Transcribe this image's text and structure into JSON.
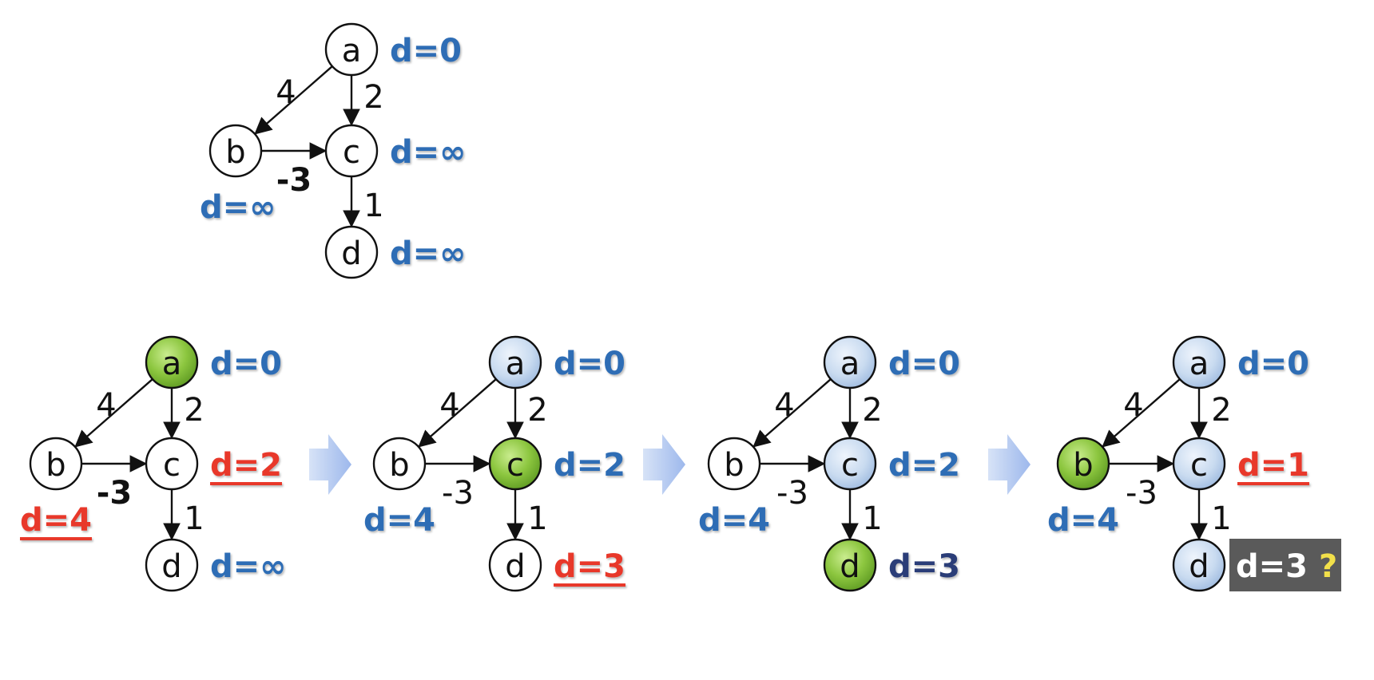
{
  "colors": {
    "blue_label": "#2f6db5",
    "red_label": "#e8392b",
    "green_label": "#4caf50",
    "dark_label": "#2b3e78",
    "node_white": "#ffffff",
    "node_green": "#8cc63f",
    "node_lightblue": "#c9dbf0",
    "arrow_step": "#b8cdf1",
    "badge_bg": "#5a5a5a",
    "badge_text": "#ffffff",
    "badge_question": "#f2e04a"
  },
  "graphs": [
    {
      "id": "initial",
      "nodes": [
        {
          "id": "a",
          "label": "a",
          "fill": "node_white"
        },
        {
          "id": "b",
          "label": "b",
          "fill": "node_white"
        },
        {
          "id": "c",
          "label": "c",
          "fill": "node_white"
        },
        {
          "id": "d",
          "label": "d",
          "fill": "node_white"
        }
      ],
      "edges": [
        {
          "from": "a",
          "to": "b",
          "weight": "4",
          "color": "default"
        },
        {
          "from": "a",
          "to": "c",
          "weight": "2",
          "color": "default"
        },
        {
          "from": "b",
          "to": "c",
          "weight": "-3",
          "color": "red_label"
        },
        {
          "from": "c",
          "to": "d",
          "weight": "1",
          "color": "default"
        }
      ],
      "distances": {
        "a": {
          "text": "d=0",
          "color": "blue_label"
        },
        "b": {
          "text": "d=∞",
          "color": "blue_label"
        },
        "c": {
          "text": "d=∞",
          "color": "blue_label"
        },
        "d": {
          "text": "d=∞",
          "color": "blue_label"
        }
      }
    },
    {
      "id": "step-1",
      "nodes": [
        {
          "id": "a",
          "label": "a",
          "fill": "node_green"
        },
        {
          "id": "b",
          "label": "b",
          "fill": "node_white"
        },
        {
          "id": "c",
          "label": "c",
          "fill": "node_white"
        },
        {
          "id": "d",
          "label": "d",
          "fill": "node_white"
        }
      ],
      "edges": [
        {
          "from": "a",
          "to": "b",
          "weight": "4",
          "color": "default"
        },
        {
          "from": "a",
          "to": "c",
          "weight": "2",
          "color": "default"
        },
        {
          "from": "b",
          "to": "c",
          "weight": "-3",
          "color": "green_label"
        },
        {
          "from": "c",
          "to": "d",
          "weight": "1",
          "color": "default"
        }
      ],
      "distances": {
        "a": {
          "text": "d=0",
          "color": "blue_label",
          "underline": false
        },
        "b": {
          "text": "d=4",
          "color": "red_label",
          "underline": true
        },
        "c": {
          "text": "d=2",
          "color": "red_label",
          "underline": true
        },
        "d": {
          "text": "d=∞",
          "color": "blue_label",
          "underline": false
        }
      }
    },
    {
      "id": "step-2",
      "nodes": [
        {
          "id": "a",
          "label": "a",
          "fill": "node_lightblue"
        },
        {
          "id": "b",
          "label": "b",
          "fill": "node_white"
        },
        {
          "id": "c",
          "label": "c",
          "fill": "node_green"
        },
        {
          "id": "d",
          "label": "d",
          "fill": "node_white"
        }
      ],
      "edges": [
        {
          "from": "a",
          "to": "b",
          "weight": "4",
          "color": "default"
        },
        {
          "from": "a",
          "to": "c",
          "weight": "2",
          "color": "default"
        },
        {
          "from": "b",
          "to": "c",
          "weight": "-3",
          "color": "default"
        },
        {
          "from": "c",
          "to": "d",
          "weight": "1",
          "color": "default"
        }
      ],
      "distances": {
        "a": {
          "text": "d=0",
          "color": "blue_label",
          "underline": false
        },
        "b": {
          "text": "d=4",
          "color": "blue_label",
          "underline": false
        },
        "c": {
          "text": "d=2",
          "color": "blue_label",
          "underline": false
        },
        "d": {
          "text": "d=3",
          "color": "red_label",
          "underline": true
        }
      }
    },
    {
      "id": "step-3",
      "nodes": [
        {
          "id": "a",
          "label": "a",
          "fill": "node_lightblue"
        },
        {
          "id": "b",
          "label": "b",
          "fill": "node_white"
        },
        {
          "id": "c",
          "label": "c",
          "fill": "node_lightblue"
        },
        {
          "id": "d",
          "label": "d",
          "fill": "node_green"
        }
      ],
      "edges": [
        {
          "from": "a",
          "to": "b",
          "weight": "4",
          "color": "default"
        },
        {
          "from": "a",
          "to": "c",
          "weight": "2",
          "color": "default"
        },
        {
          "from": "b",
          "to": "c",
          "weight": "-3",
          "color": "default"
        },
        {
          "from": "c",
          "to": "d",
          "weight": "1",
          "color": "default"
        }
      ],
      "distances": {
        "a": {
          "text": "d=0",
          "color": "blue_label",
          "underline": false
        },
        "b": {
          "text": "d=4",
          "color": "blue_label",
          "underline": false
        },
        "c": {
          "text": "d=2",
          "color": "blue_label",
          "underline": false
        },
        "d": {
          "text": "d=3",
          "color": "dark_label",
          "underline": false
        }
      }
    },
    {
      "id": "step-4",
      "nodes": [
        {
          "id": "a",
          "label": "a",
          "fill": "node_lightblue"
        },
        {
          "id": "b",
          "label": "b",
          "fill": "node_green"
        },
        {
          "id": "c",
          "label": "c",
          "fill": "node_lightblue"
        },
        {
          "id": "d",
          "label": "d",
          "fill": "node_lightblue"
        }
      ],
      "edges": [
        {
          "from": "a",
          "to": "b",
          "weight": "4",
          "color": "default"
        },
        {
          "from": "a",
          "to": "c",
          "weight": "2",
          "color": "default"
        },
        {
          "from": "b",
          "to": "c",
          "weight": "-3",
          "color": "default"
        },
        {
          "from": "c",
          "to": "d",
          "weight": "1",
          "color": "default"
        }
      ],
      "distances": {
        "a": {
          "text": "d=0",
          "color": "blue_label",
          "underline": false
        },
        "b": {
          "text": "d=4",
          "color": "blue_label",
          "underline": false
        },
        "c": {
          "text": "d=1",
          "color": "red_label",
          "underline": true
        },
        "d": {
          "text": "d=3",
          "color": "badge_text",
          "underline": false,
          "badge": true,
          "question": "?"
        }
      }
    }
  ]
}
